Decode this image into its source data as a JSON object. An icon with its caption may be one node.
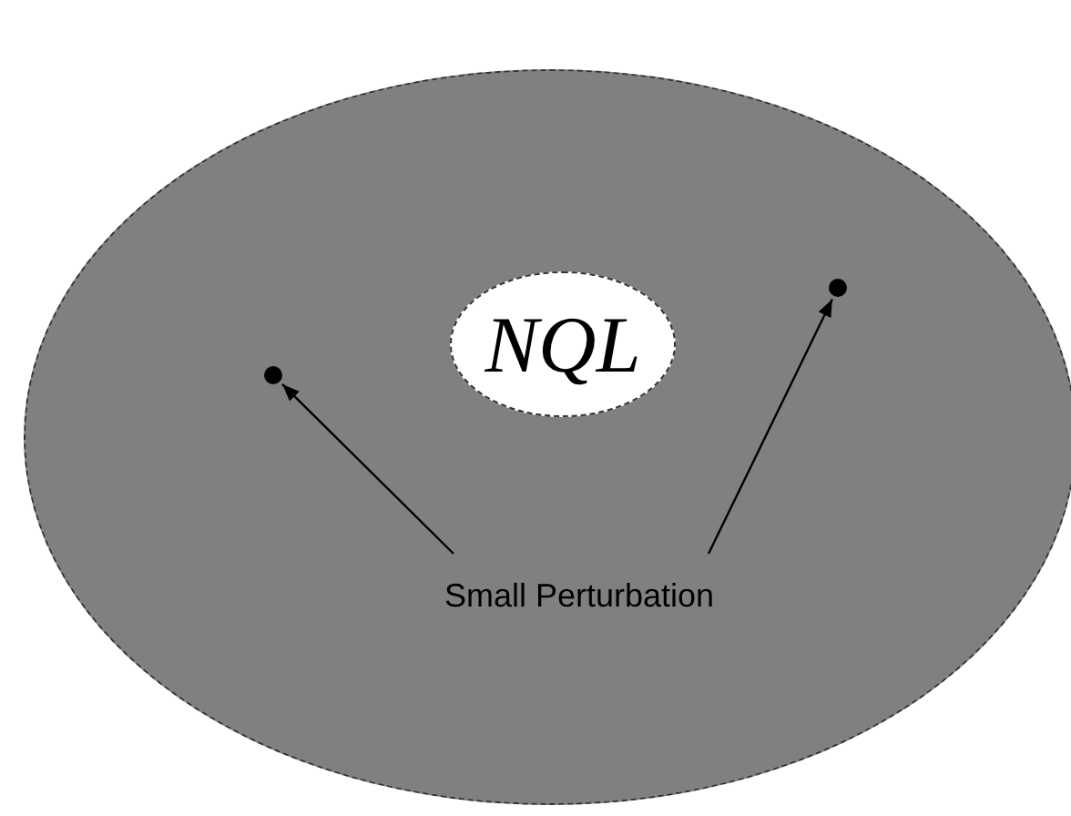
{
  "diagram": {
    "nodes": [
      {
        "text": [],
        "shape": "ellipse"
      },
      {
        "text": [
          "NQL"
        ],
        "in": 0
      },
      {
        "text": [
          "Small Perturbation"
        ],
        "in": 0
      },
      {
        "text": [],
        "shape": "circle",
        "in": 0
      },
      {
        "text": [],
        "shape": "circle",
        "in": 0
      }
    ],
    "edges": [
      {
        "from": 2,
        "to": 3,
        "arrow": "to"
      },
      {
        "from": 2,
        "to": 4,
        "arrow": "to"
      }
    ]
  }
}
